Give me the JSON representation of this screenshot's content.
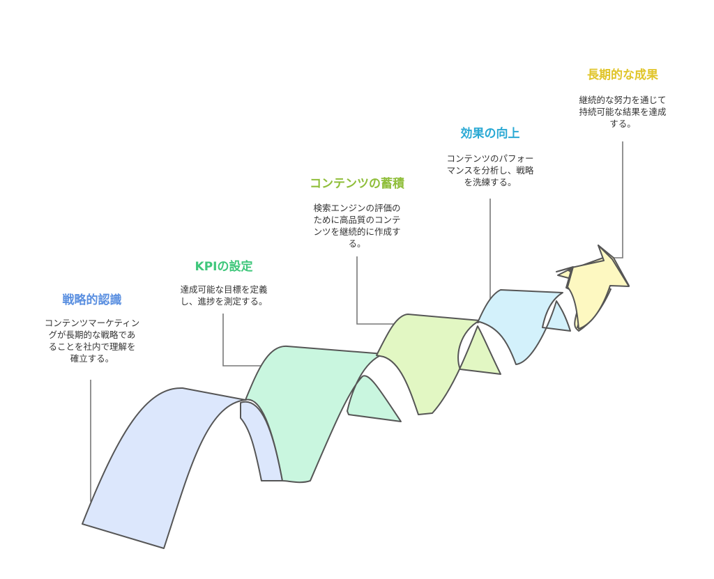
{
  "colors": {
    "blue": "#dce7fc",
    "green": "#c9f6df",
    "lime": "#e2f7c3",
    "cyan": "#d3f1fb",
    "yellow": "#fdf8c1",
    "title_blue": "#5a8fe0",
    "title_green": "#3fc77b",
    "title_lime": "#8fbe3a",
    "title_cyan": "#2aa9d4",
    "title_yellow": "#e0c52a",
    "outline": "#555555"
  },
  "steps": [
    {
      "title": "戦略的認識",
      "description": "コンテンツマーケティン\nグが長期的な戦略であ\nることを社内で理解を\n確立する。"
    },
    {
      "title": "KPIの設定",
      "description": "達成可能な目標を定義\nし、進捗を測定する。"
    },
    {
      "title": "コンテンツの蓄積",
      "description": "検索エンジンの評価の\nために高品質のコンテ\nンツを継続的に作成す\nる。"
    },
    {
      "title": "効果の向上",
      "description": "コンテンツのパフォー\nマンスを分析し、戦略\nを洗練する。"
    },
    {
      "title": "長期的な成果",
      "description": "継続的な努力を通じて\n持続可能な結果を達成\nする。"
    }
  ],
  "icons": {
    "arrow": "up-right-arrow-icon"
  }
}
